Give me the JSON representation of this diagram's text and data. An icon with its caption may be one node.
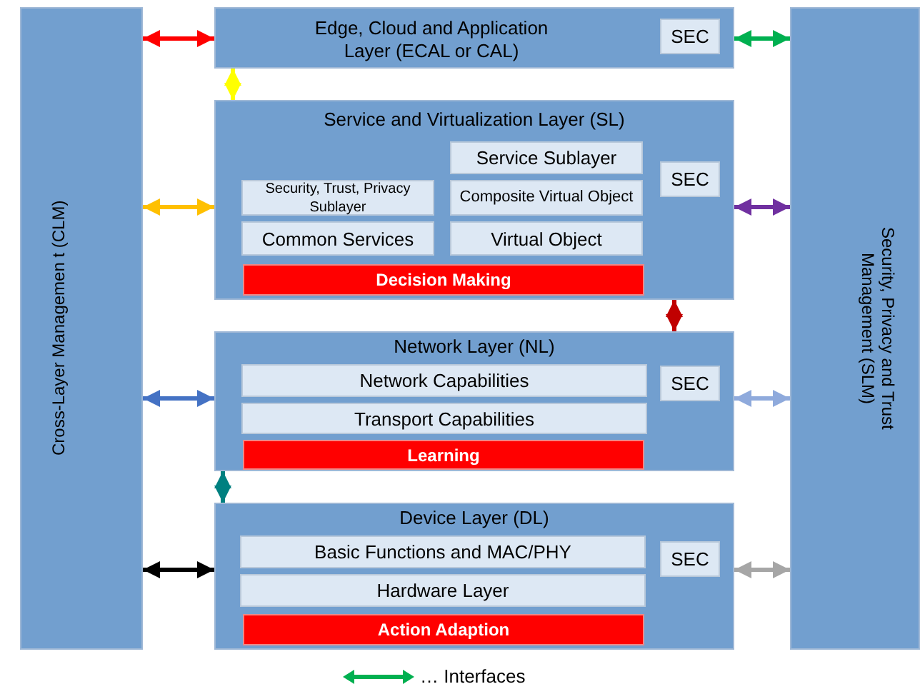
{
  "diagram": {
    "nodes": [
      {
        "text": [
          "Cross-Layer Managemen t (CLM)"
        ]
      },
      {
        "text": [
          "Edge, Cloud and Application Layer (ECAL or CAL)"
        ]
      },
      {
        "text": [
          "SEC"
        ],
        "in": 1
      },
      {
        "text": [
          "Service and Virtualization Layer (SL)"
        ]
      },
      {
        "text": [
          "Service Sublayer"
        ],
        "in": 3
      },
      {
        "text": [
          "SEC"
        ],
        "in": 3
      },
      {
        "text": [
          "Security, Trust, Privacy Sublayer"
        ],
        "in": 3
      },
      {
        "text": [
          "Composite Virtual Object"
        ],
        "in": 3
      },
      {
        "text": [
          "Common Services"
        ],
        "in": 3
      },
      {
        "text": [
          "Virtual Object"
        ],
        "in": 3
      },
      {
        "text": [
          "Decision Making"
        ],
        "in": 3
      },
      {
        "text": [
          "Network Layer (NL)"
        ]
      },
      {
        "text": [
          "Network Capabilities"
        ],
        "in": 11
      },
      {
        "text": [
          "SEC"
        ],
        "in": 11
      },
      {
        "text": [
          "Transport Capabilities"
        ],
        "in": 11
      },
      {
        "text": [
          "Learning"
        ],
        "in": 11
      },
      {
        "text": [
          "Device Layer (DL)"
        ]
      },
      {
        "text": [
          "Basic Functions and MAC/PHY"
        ],
        "in": 16
      },
      {
        "text": [
          "SEC"
        ],
        "in": 16
      },
      {
        "text": [
          "Hardware Layer"
        ],
        "in": 16
      },
      {
        "text": [
          "Action Adaption"
        ],
        "in": 16
      },
      {
        "text": [
          "Security, Privacy and Trust Management (SLM)"
        ]
      }
    ],
    "edges": [
      {
        "from": 0,
        "to": 1,
        "arrow": "both",
        "color": "#ff0000"
      },
      {
        "from": 1,
        "to": 21,
        "arrow": "both",
        "color": "#00b050"
      },
      {
        "from": 1,
        "to": 3,
        "arrow": "both",
        "color": "#ffff00"
      },
      {
        "from": 0,
        "to": 3,
        "arrow": "both",
        "color": "#ffc000"
      },
      {
        "from": 3,
        "to": 21,
        "arrow": "both",
        "color": "#7030a0"
      },
      {
        "from": 3,
        "to": 11,
        "arrow": "both",
        "color": "#c00000"
      },
      {
        "from": 0,
        "to": 11,
        "arrow": "both",
        "color": "#4472c4"
      },
      {
        "from": 11,
        "to": 21,
        "arrow": "both",
        "color": "#8faadc"
      },
      {
        "from": 11,
        "to": 16,
        "arrow": "both",
        "color": "#008080"
      },
      {
        "from": 0,
        "to": 16,
        "arrow": "both",
        "color": "#000000"
      },
      {
        "from": 16,
        "to": 21,
        "arrow": "both",
        "color": "#a6a6a6"
      }
    ],
    "legend": [
      {
        "text": "… Interfaces"
      }
    ]
  }
}
